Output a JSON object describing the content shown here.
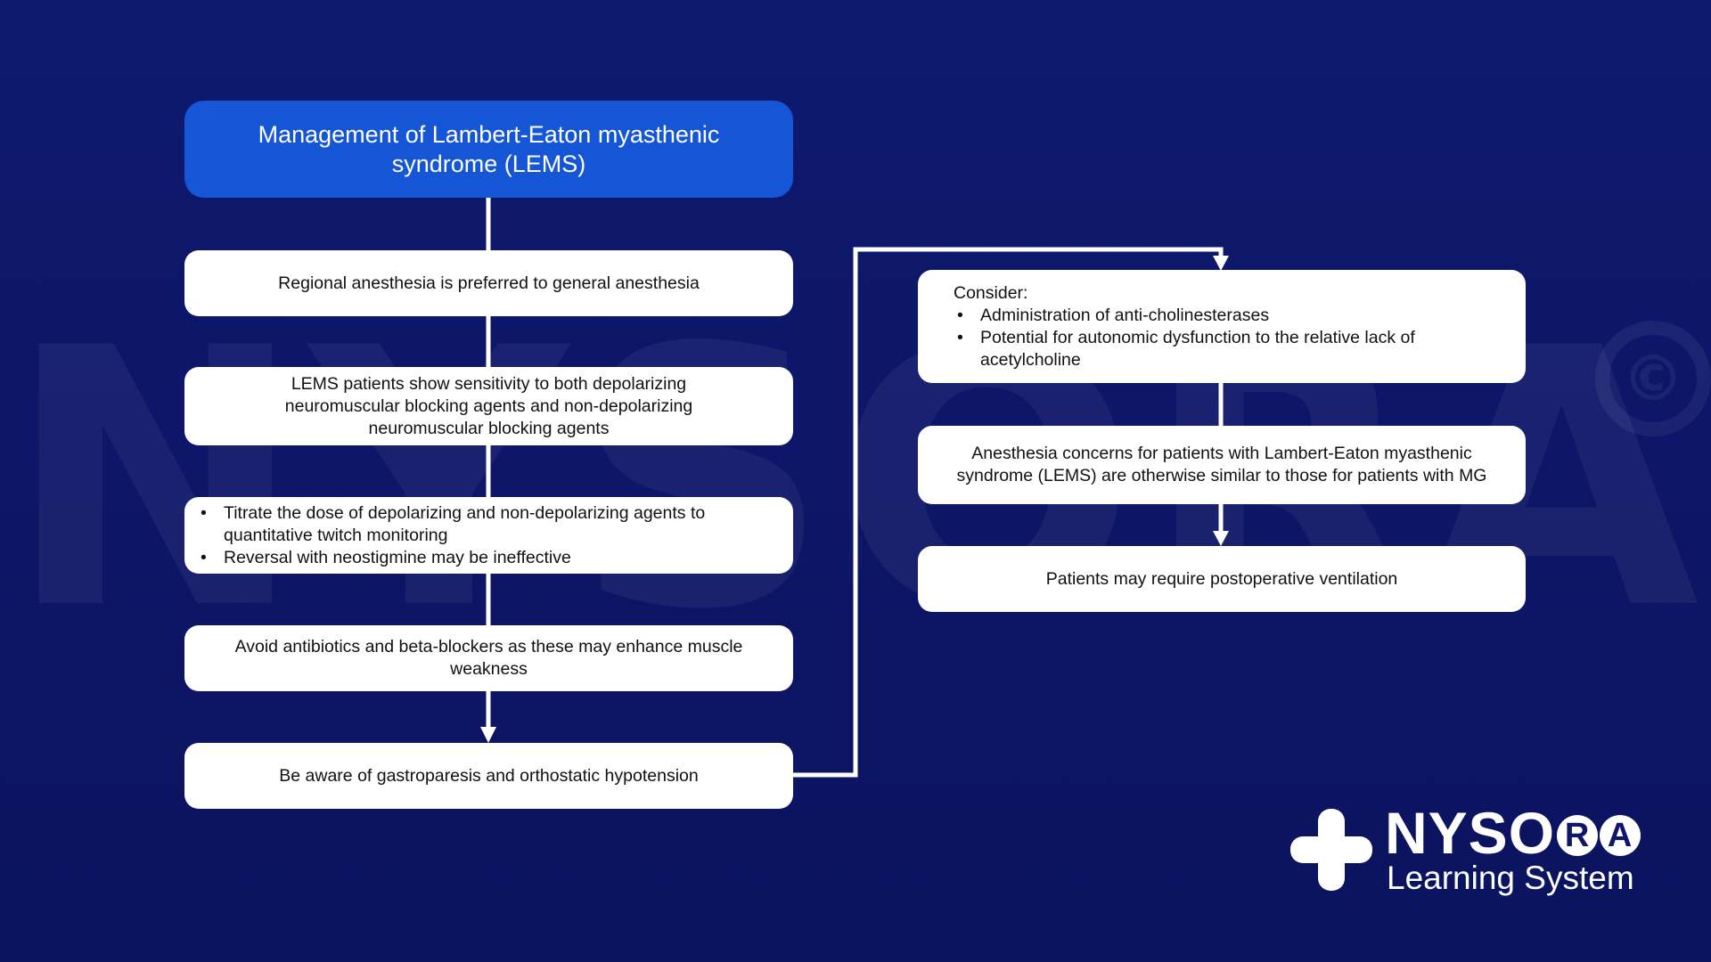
{
  "watermark": {
    "text": "NYSORA",
    "symbol": "©"
  },
  "flow": {
    "title": "Management of Lambert-Eaton myasthenic syndrome (LEMS)",
    "left": {
      "step1": "Regional anesthesia is preferred to general anesthesia",
      "step2": "LEMS patients show sensitivity to both depolarizing neuromuscular blocking agents and non-depolarizing neuromuscular blocking agents",
      "step3_bullets": [
        "Titrate the dose of depolarizing and non-depolarizing agents to quantitative twitch monitoring",
        "Reversal with neostigmine may be ineffective"
      ],
      "step4": "Avoid antibiotics and beta-blockers as these may enhance muscle weakness",
      "step5": "Be aware of gastroparesis and orthostatic hypotension"
    },
    "right": {
      "consider_heading": "Consider:",
      "consider_bullets": [
        "Administration of anti-cholinesterases",
        "Potential for autonomic dysfunction to the relative lack of acetylcholine"
      ],
      "step2": "Anesthesia concerns for patients with Lambert-Eaton myasthenic syndrome (LEMS) are otherwise similar to those for patients with MG",
      "step3": "Patients may require postoperative ventilation"
    }
  },
  "logo": {
    "name_prefix": "NYSO",
    "name_circled_r": "R",
    "name_circled_a": "A",
    "subtitle": "Learning System"
  },
  "colors": {
    "background": "#0d1668",
    "title_box": "#1556d6",
    "box": "#ffffff",
    "connector": "#ffffff"
  }
}
